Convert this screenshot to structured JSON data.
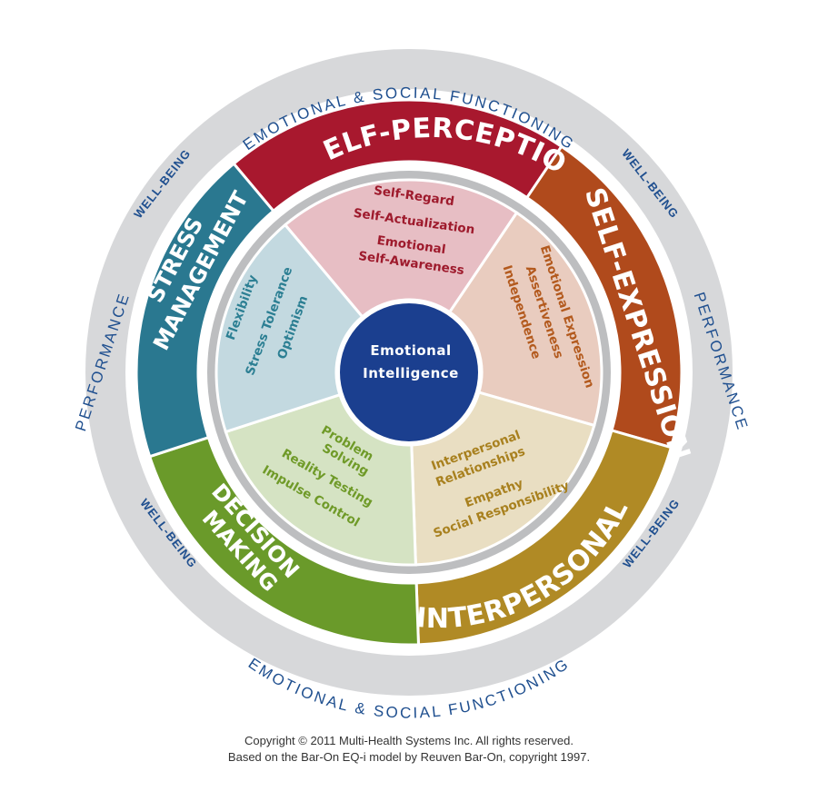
{
  "center": {
    "line1": "Emotional",
    "line2": "Intelligence"
  },
  "outer_ring": {
    "top": "EMOTIONAL & SOCIAL FUNCTIONING",
    "bottom": "EMOTIONAL & SOCIAL FUNCTIONING",
    "left": "PERFORMANCE",
    "right": "PERFORMANCE",
    "wellbeing_top_left": "WELL-BEING",
    "wellbeing_top_right": "WELL-BEING",
    "wellbeing_bottom_left": "WELL-BEING",
    "wellbeing_bottom_right": "WELL-BEING"
  },
  "composites": [
    {
      "key": "self_perception",
      "title": "SELF-PERCEPTION",
      "color": "#a8182e",
      "subscales": [
        "Self-Regard",
        "Self-Actualization",
        "Emotional",
        "Self-Awareness"
      ]
    },
    {
      "key": "self_expression",
      "title": "SELF-EXPRESSION",
      "color": "#b04a1c",
      "subscales": [
        "Emotional Expression",
        "Assertiveness",
        "Independence"
      ]
    },
    {
      "key": "interpersonal",
      "title": "INTERPERSONAL",
      "color": "#b08a25",
      "subscales": [
        "Interpersonal",
        "Relationships",
        "Empathy",
        "Social Responsibility"
      ]
    },
    {
      "key": "decision_making",
      "title_line1": "DECISION",
      "title_line2": "MAKING",
      "color": "#6a9a2a",
      "subscales": [
        "Problem",
        "Solving",
        "Reality Testing",
        "Impulse Control"
      ]
    },
    {
      "key": "stress_management",
      "title_line1": "STRESS",
      "title_line2": "MANAGEMENT",
      "color": "#2a7890",
      "subscales": [
        "Flexibility",
        "Stress Tolerance",
        "Optimism"
      ]
    }
  ],
  "footer": {
    "line1": "Copyright © 2011 Multi-Health Systems Inc. All rights reserved.",
    "line2": "Based on the Bar-On EQ-i model by Reuven Bar-On, copyright 1997."
  }
}
